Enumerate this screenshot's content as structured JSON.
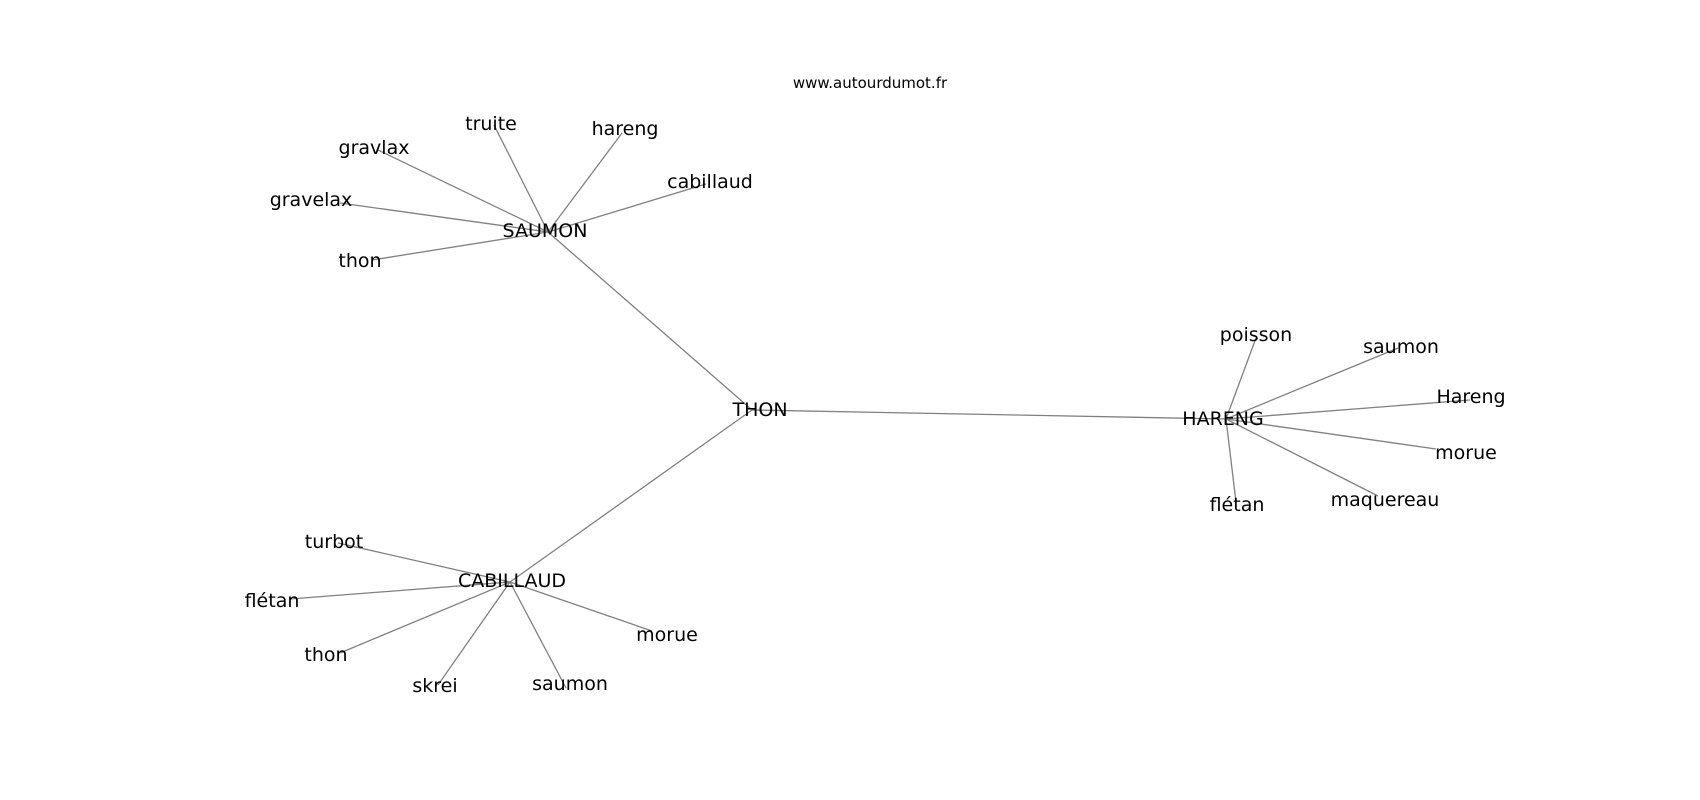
{
  "watermark": "www.autourdumot.fr",
  "diagram": {
    "type": "word-association-graph",
    "edge_color": "#808080",
    "label_color": "#000000",
    "center": "THON",
    "hubs": [
      {
        "label": "SAUMON",
        "words": [
          "truite",
          "hareng",
          "gravlax",
          "cabillaud",
          "gravelax",
          "thon"
        ]
      },
      {
        "label": "HARENG",
        "words": [
          "poisson",
          "saumon",
          "Hareng",
          "morue",
          "maquereau",
          "flétan"
        ]
      },
      {
        "label": "CABILLAUD",
        "words": [
          "turbot",
          "flétan",
          "thon",
          "skrei",
          "saumon",
          "morue"
        ]
      }
    ]
  }
}
